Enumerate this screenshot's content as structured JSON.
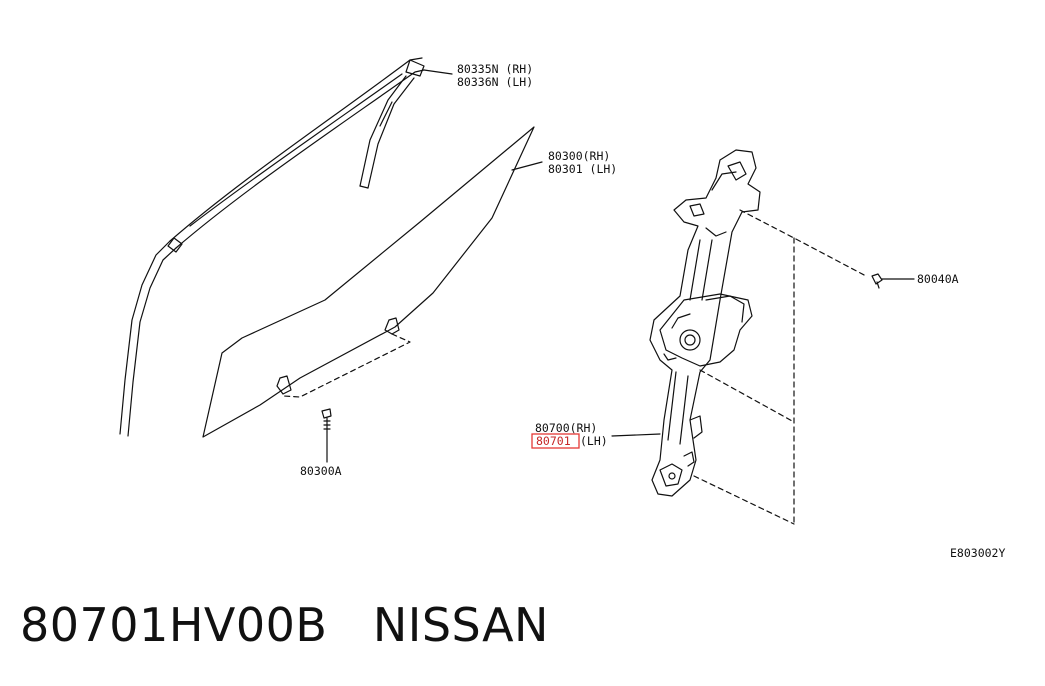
{
  "diagram": {
    "labels": {
      "weatherstrip_rh": "80335N (RH)",
      "weatherstrip_lh": "80336N (LH)",
      "glass_rh": "80300(RH)",
      "glass_lh": "80301 (LH)",
      "bolt_regulator": "80040A",
      "regulator_rh": "80700(RH)",
      "regulator_lh_code": "80701",
      "regulator_lh_side": "(LH)",
      "bolt_glass": "80300A",
      "figure_code": "E803002Y"
    },
    "highlight_color": "#e53935",
    "line_color": "#111111"
  },
  "caption": {
    "part_number": "80701HV00B",
    "brand": "NISSAN"
  }
}
